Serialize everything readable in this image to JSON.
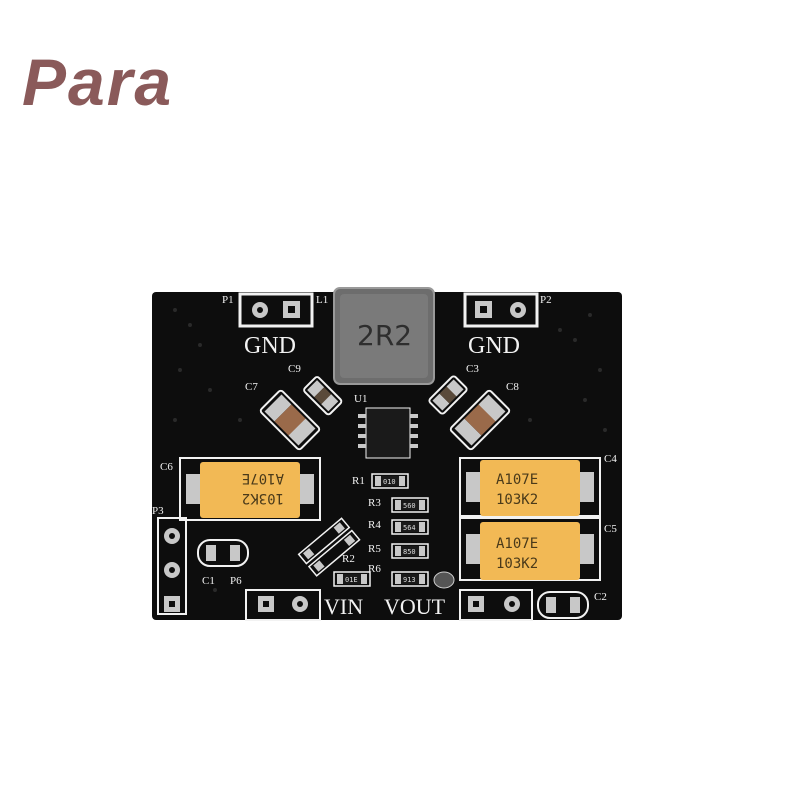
{
  "logo": {
    "text": "Para",
    "color": "#8a5a5a"
  },
  "board": {
    "colors": {
      "pcb": "#0d0d0d",
      "silk": "#f2f2f2",
      "tantalum": "#f2b955",
      "pad": "#c8c8c8"
    },
    "labels": {
      "p1": "P1",
      "p2": "P2",
      "l1": "L1",
      "u1": "U1",
      "gnd_left": "GND",
      "gnd_right": "GND",
      "c1": "C1",
      "c2": "C2",
      "c3": "C3",
      "c4": "C4",
      "c5": "C5",
      "c6": "C6",
      "c7": "C7",
      "c8": "C8",
      "c9": "C9",
      "r1": "R1",
      "r2": "R2",
      "r3": "R3",
      "r4": "R4",
      "r5": "R5",
      "r6": "R6",
      "p3": "P3",
      "p6": "P6",
      "vin": "VIN",
      "vout": "VOUT"
    },
    "inductor_marking": "2R2",
    "cap_left": {
      "line1": "103K2",
      "line2": "A107E"
    },
    "cap_right_top": {
      "line1": "A107E",
      "line2": "103K2"
    },
    "cap_right_bottom": {
      "line1": "A107E",
      "line2": "103K2"
    },
    "resistor_codes": [
      "010",
      "560",
      "564",
      "850",
      "01E",
      "913"
    ]
  }
}
